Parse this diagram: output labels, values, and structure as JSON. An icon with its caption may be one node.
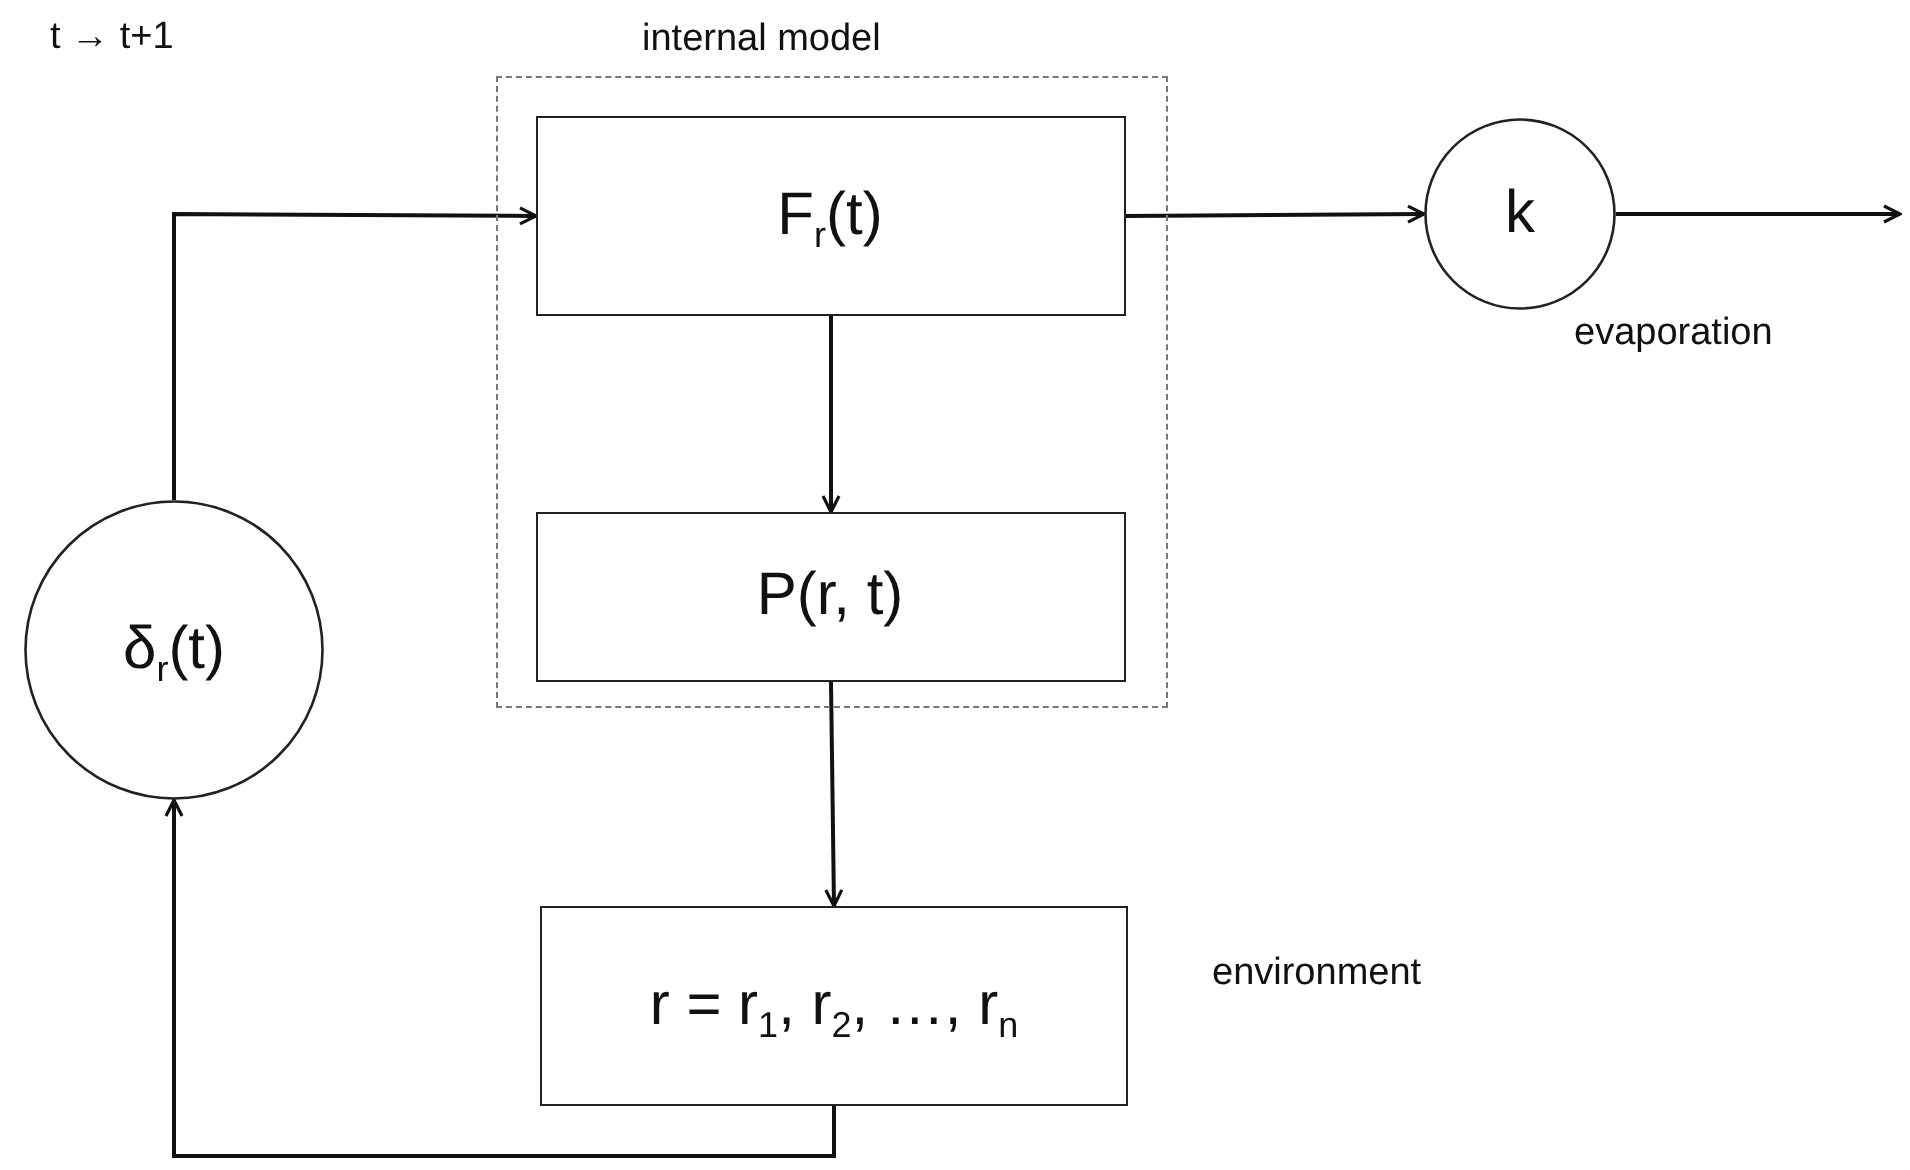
{
  "diagram": {
    "nodes": [
      {
        "text": [
          "internal model"
        ]
      },
      {
        "text": [
          "F$_{r}$(t)"
        ],
        "in": 0
      },
      {
        "text": [
          "P(r, t)"
        ],
        "in": 0
      },
      {
        "text": [
          "r = r$_{1}$, r$_{2}$, …, r$_{n}$"
        ],
        "beside": [
          "environment"
        ]
      },
      {
        "text": [
          "δ$_{r}$(t)"
        ]
      },
      {
        "text": [
          "k"
        ],
        "beside": [
          "evaporation"
        ]
      }
    ],
    "edges": [
      {
        "from": 4,
        "to": 1,
        "arrow": "to",
        "label": "t → t+1"
      },
      {
        "from": 1,
        "to": 5,
        "arrow": "to"
      },
      {
        "from": 5,
        "to": null,
        "arrow": "to"
      },
      {
        "from": 1,
        "to": 2,
        "arrow": "to"
      },
      {
        "from": 2,
        "to": 3,
        "arrow": "to"
      },
      {
        "from": 3,
        "to": 4,
        "arrow": "to"
      }
    ]
  }
}
